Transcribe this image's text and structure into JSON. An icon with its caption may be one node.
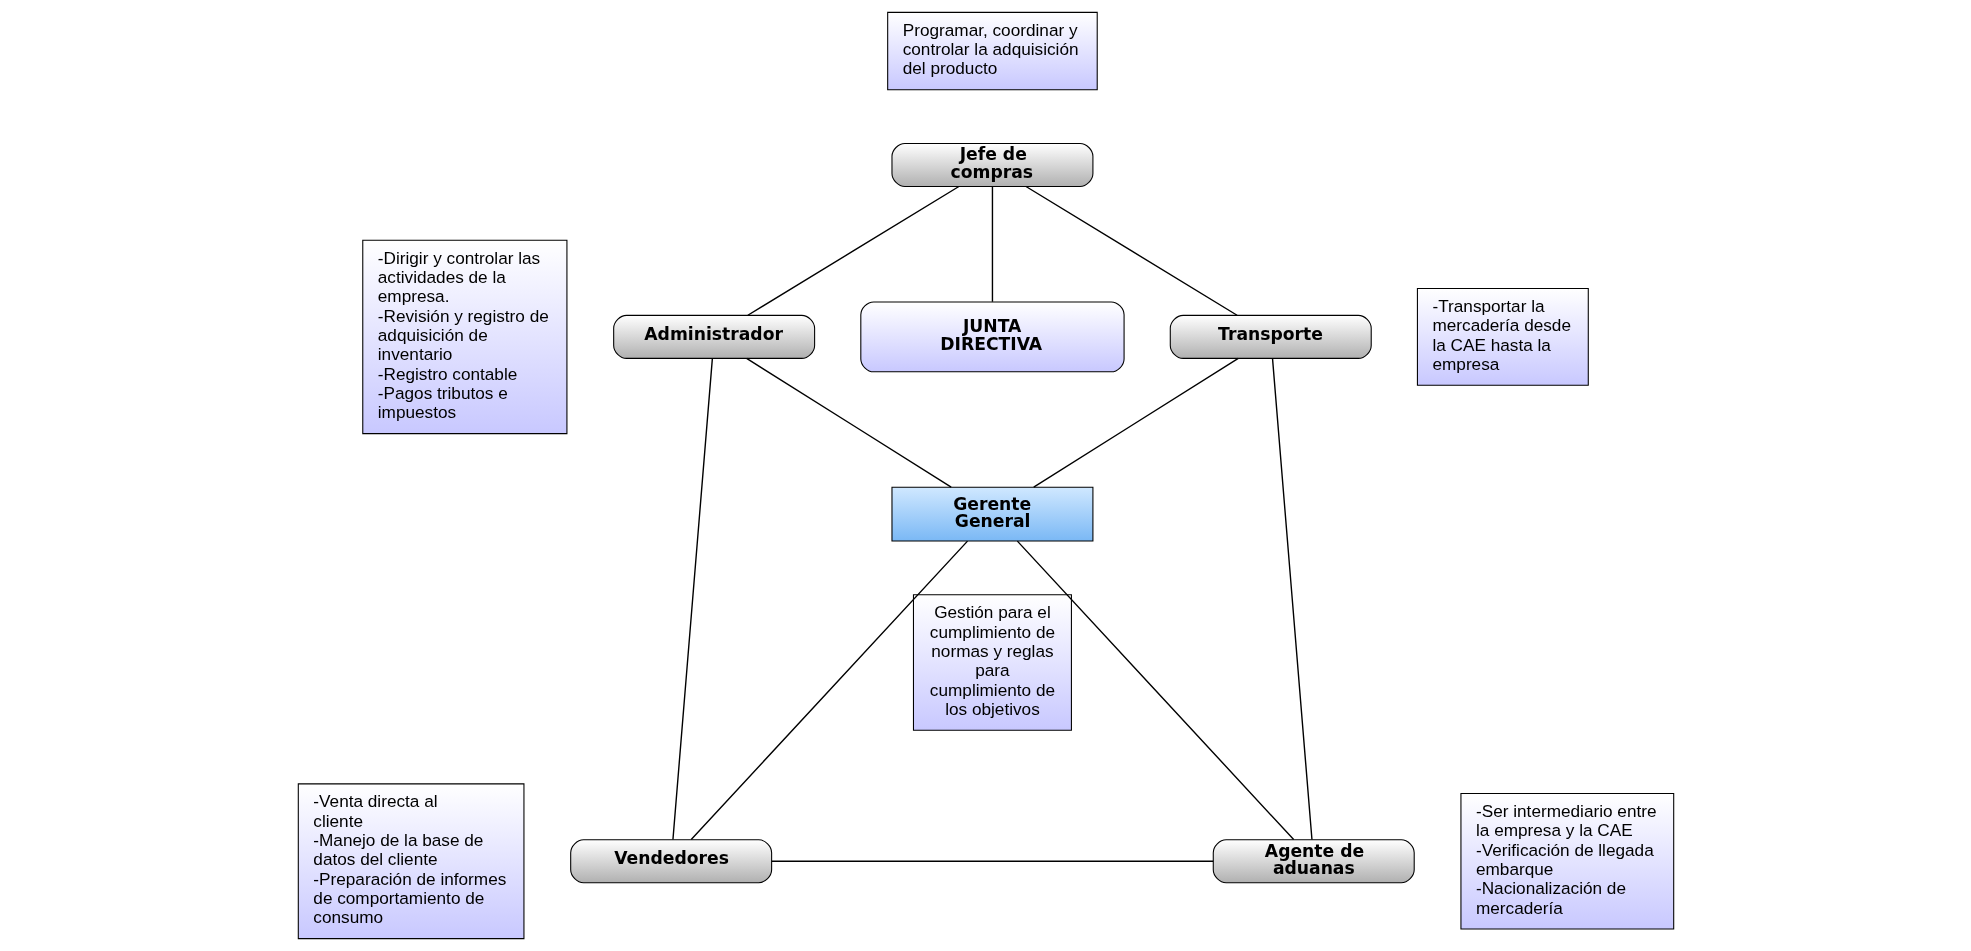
{
  "diagram": {
    "nodes": [
      {
        "text": [
          "Programar, coordinar y controlar la adquisición del producto"
        ]
      },
      {
        "text": [
          "Jefe de compras"
        ]
      },
      {
        "text": [
          "-Dirigir y controlar las actividades de la empresa.",
          "-Revisión y registro de adquisición de inventario",
          "-Registro contable",
          "-Pagos tributos e impuestos"
        ]
      },
      {
        "text": [
          "Administrador"
        ]
      },
      {
        "text": [
          "JUNTA DIRECTIVA"
        ]
      },
      {
        "text": [
          "Gerente General"
        ]
      },
      {
        "text": [
          "Transporte"
        ]
      },
      {
        "text": [
          "-Transportar la mercadería desde la CAE hasta la empresa"
        ]
      },
      {
        "text": [
          "-Venta directa al cliente",
          "-Manejo de la base de datos del cliente",
          "-Preparación de informes de comportamiento de consumo"
        ]
      },
      {
        "text": [
          "Gestión para el cumplimiento de normas y reglas para cumplimiento de los objetivos"
        ]
      },
      {
        "text": [
          "Vendedores"
        ]
      },
      {
        "text": [
          "Agente de aduanas"
        ]
      },
      {
        "text": [
          "-Ser intermediario entre la empresa y la CAE",
          "-Verificación de llegada embarque",
          "-Nacionalización de mercadería"
        ]
      }
    ],
    "edges": [
      {
        "from": 1,
        "to": 3,
        "arrow": "none"
      },
      {
        "from": 1,
        "to": 4,
        "arrow": "none"
      },
      {
        "from": 1,
        "to": 6,
        "arrow": "none"
      },
      {
        "from": 3,
        "to": 5,
        "arrow": "none"
      },
      {
        "from": 6,
        "to": 5,
        "arrow": "none"
      },
      {
        "from": 3,
        "to": 10,
        "arrow": "none"
      },
      {
        "from": 5,
        "to": 10,
        "arrow": "none"
      },
      {
        "from": 5,
        "to": 11,
        "arrow": "none"
      },
      {
        "from": 6,
        "to": 11,
        "arrow": "none"
      },
      {
        "from": 10,
        "to": 11,
        "arrow": "none"
      }
    ]
  }
}
